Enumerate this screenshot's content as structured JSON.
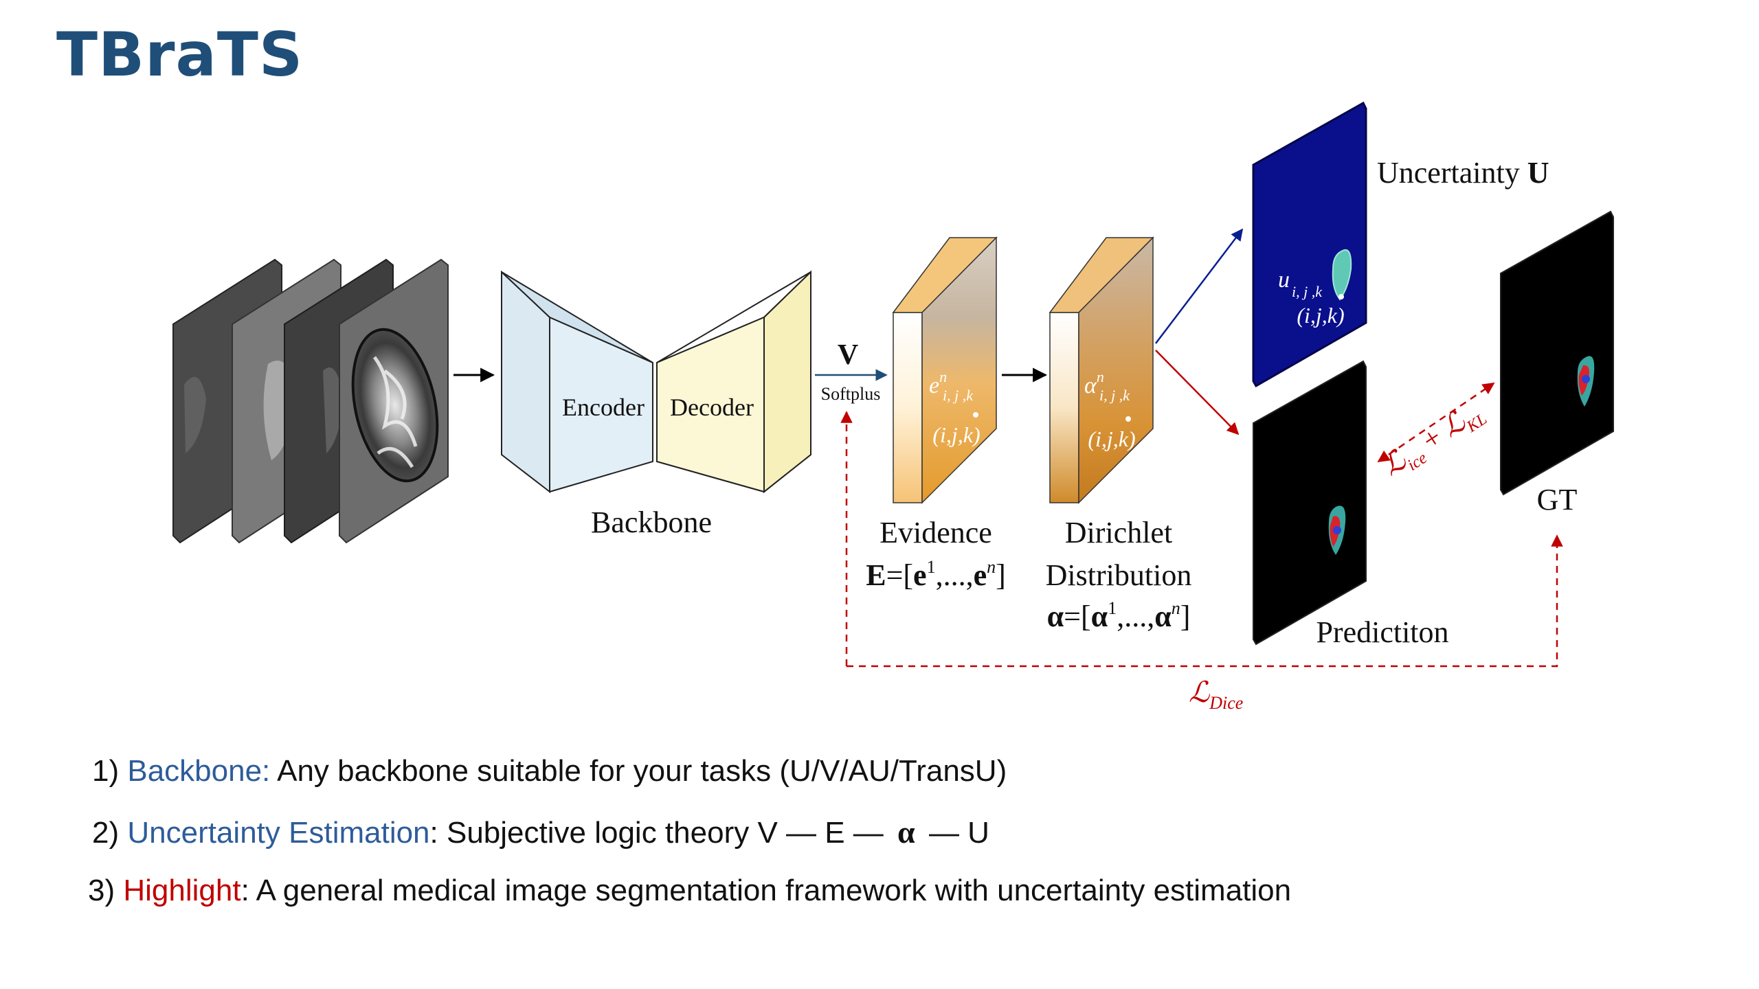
{
  "title": "TBraTS",
  "diagram": {
    "backbone": {
      "encoder": "Encoder",
      "decoder": "Decoder",
      "label": "Backbone"
    },
    "v_label": "V",
    "softplus": "Softplus",
    "evidence": {
      "symbol": "e",
      "sup": "n",
      "sub": "i, j ,k",
      "coord": "(i,j,k)",
      "label": "Evidence",
      "formula": {
        "bold_e": "E",
        "eq": "=[",
        "e1": "e",
        "sup1": "1",
        "dots": ",...,",
        "en": "e",
        "supn": "n",
        "close": "]"
      }
    },
    "dirichlet": {
      "symbol": "α",
      "sup": "n",
      "sub": "i, j ,k",
      "coord": "(i,j,k)",
      "label1": "Dirichlet",
      "label2": "Distribution",
      "formula": {
        "bold_a": "α",
        "eq": "=[",
        "a1": "α",
        "sup1": "1",
        "dots": ",...,",
        "an": "α",
        "supn": "n",
        "close": "]"
      }
    },
    "uncertainty": {
      "label": "Uncertainty ",
      "bold": "U",
      "symbol": "u",
      "sub": "i, j ,k",
      "coord": "(i,j,k)"
    },
    "prediction": {
      "label": "Predictiton"
    },
    "gt": {
      "label": "GT"
    },
    "loss_ice_kl": {
      "l1": "ℒ",
      "sub1": "ice",
      "plus": " + ",
      "l2": "ℒ",
      "sub2": "KL"
    },
    "loss_dice": {
      "l": "ℒ",
      "sub": "Dice"
    }
  },
  "bullets": [
    {
      "num": "1) ",
      "key": "Backbone:",
      "text": " Any backbone suitable for your tasks (U/V/AU/TransU)"
    },
    {
      "num": "2) ",
      "key": "Uncertainty Estimation",
      "text": ": Subjective logic theory V — E — ",
      "alpha": "α",
      "tail": " — U"
    },
    {
      "num": "3) ",
      "key": "Highlight",
      "text": ": A general medical image segmentation framework with uncertainty estimation"
    }
  ],
  "colors": {
    "title": "#1f4e79",
    "blue": "#2e5c9a",
    "red": "#c00000",
    "encoder": "#dbe9f3",
    "decoder": "#fbf6cb",
    "uncertainty_map": "#0a0f8c"
  }
}
